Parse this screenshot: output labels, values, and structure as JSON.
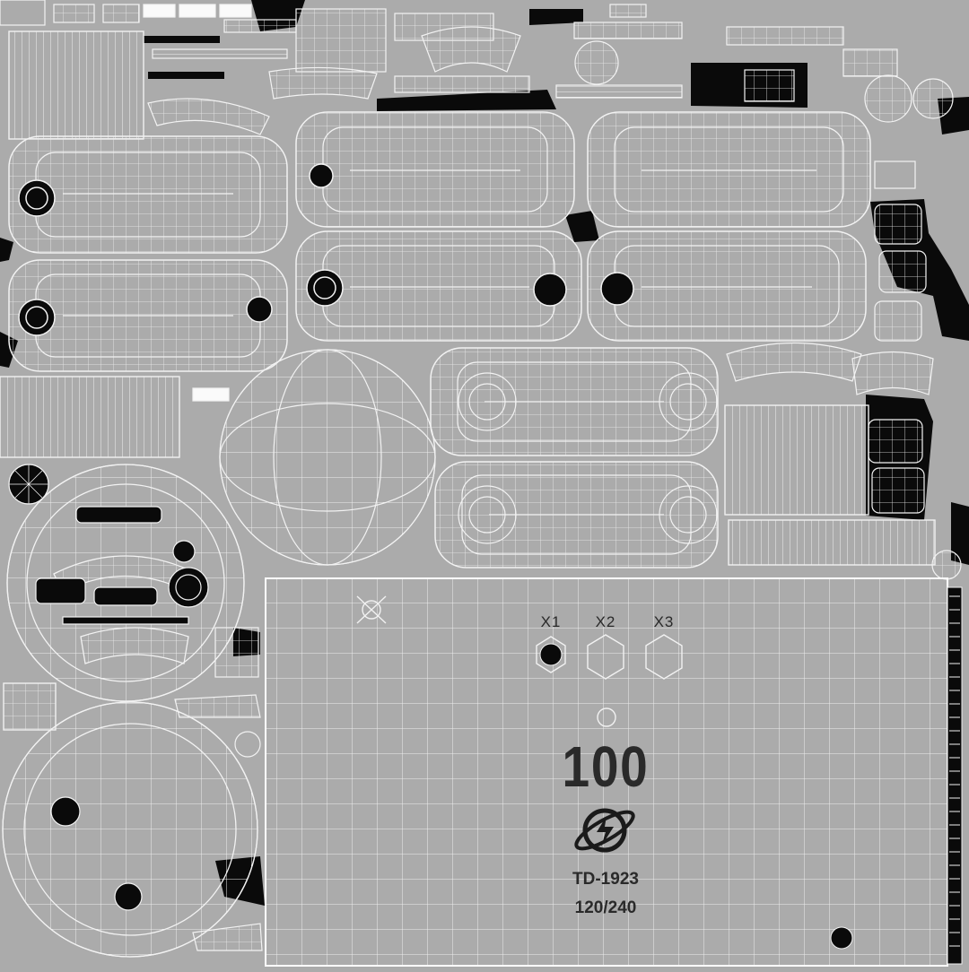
{
  "decal": {
    "markers": [
      "X1",
      "X2",
      "X3"
    ],
    "number": "100",
    "code": "TD-1923",
    "ratio": "120/240"
  },
  "colors": {
    "background": "#ababab",
    "wire": "#f2f2f2",
    "fill_dark": "#0a0a0a",
    "text": "#2a2a2a"
  },
  "icons": [
    "planet-bolt-icon"
  ]
}
